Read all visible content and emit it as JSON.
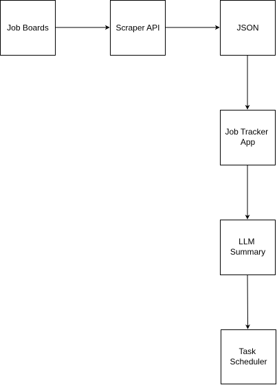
{
  "diagram": {
    "nodes": [
      {
        "id": "job-boards",
        "lines": [
          "Job Boards"
        ]
      },
      {
        "id": "scraper-api",
        "lines": [
          "Scraper API"
        ]
      },
      {
        "id": "json",
        "lines": [
          "JSON"
        ]
      },
      {
        "id": "job-tracker-app",
        "lines": [
          "Job Tracker",
          "App"
        ]
      },
      {
        "id": "llm-summary",
        "lines": [
          "LLM",
          "Summary"
        ]
      },
      {
        "id": "task-scheduler",
        "lines": [
          "Task",
          "Scheduler"
        ]
      }
    ],
    "edges": [
      {
        "from": "job-boards",
        "to": "scraper-api"
      },
      {
        "from": "scraper-api",
        "to": "json"
      },
      {
        "from": "json",
        "to": "job-tracker-app"
      },
      {
        "from": "job-tracker-app",
        "to": "llm-summary"
      },
      {
        "from": "llm-summary",
        "to": "task-scheduler"
      }
    ],
    "colors": {
      "stroke": "#000000",
      "fill": "#ffffff",
      "text": "#000000"
    }
  }
}
